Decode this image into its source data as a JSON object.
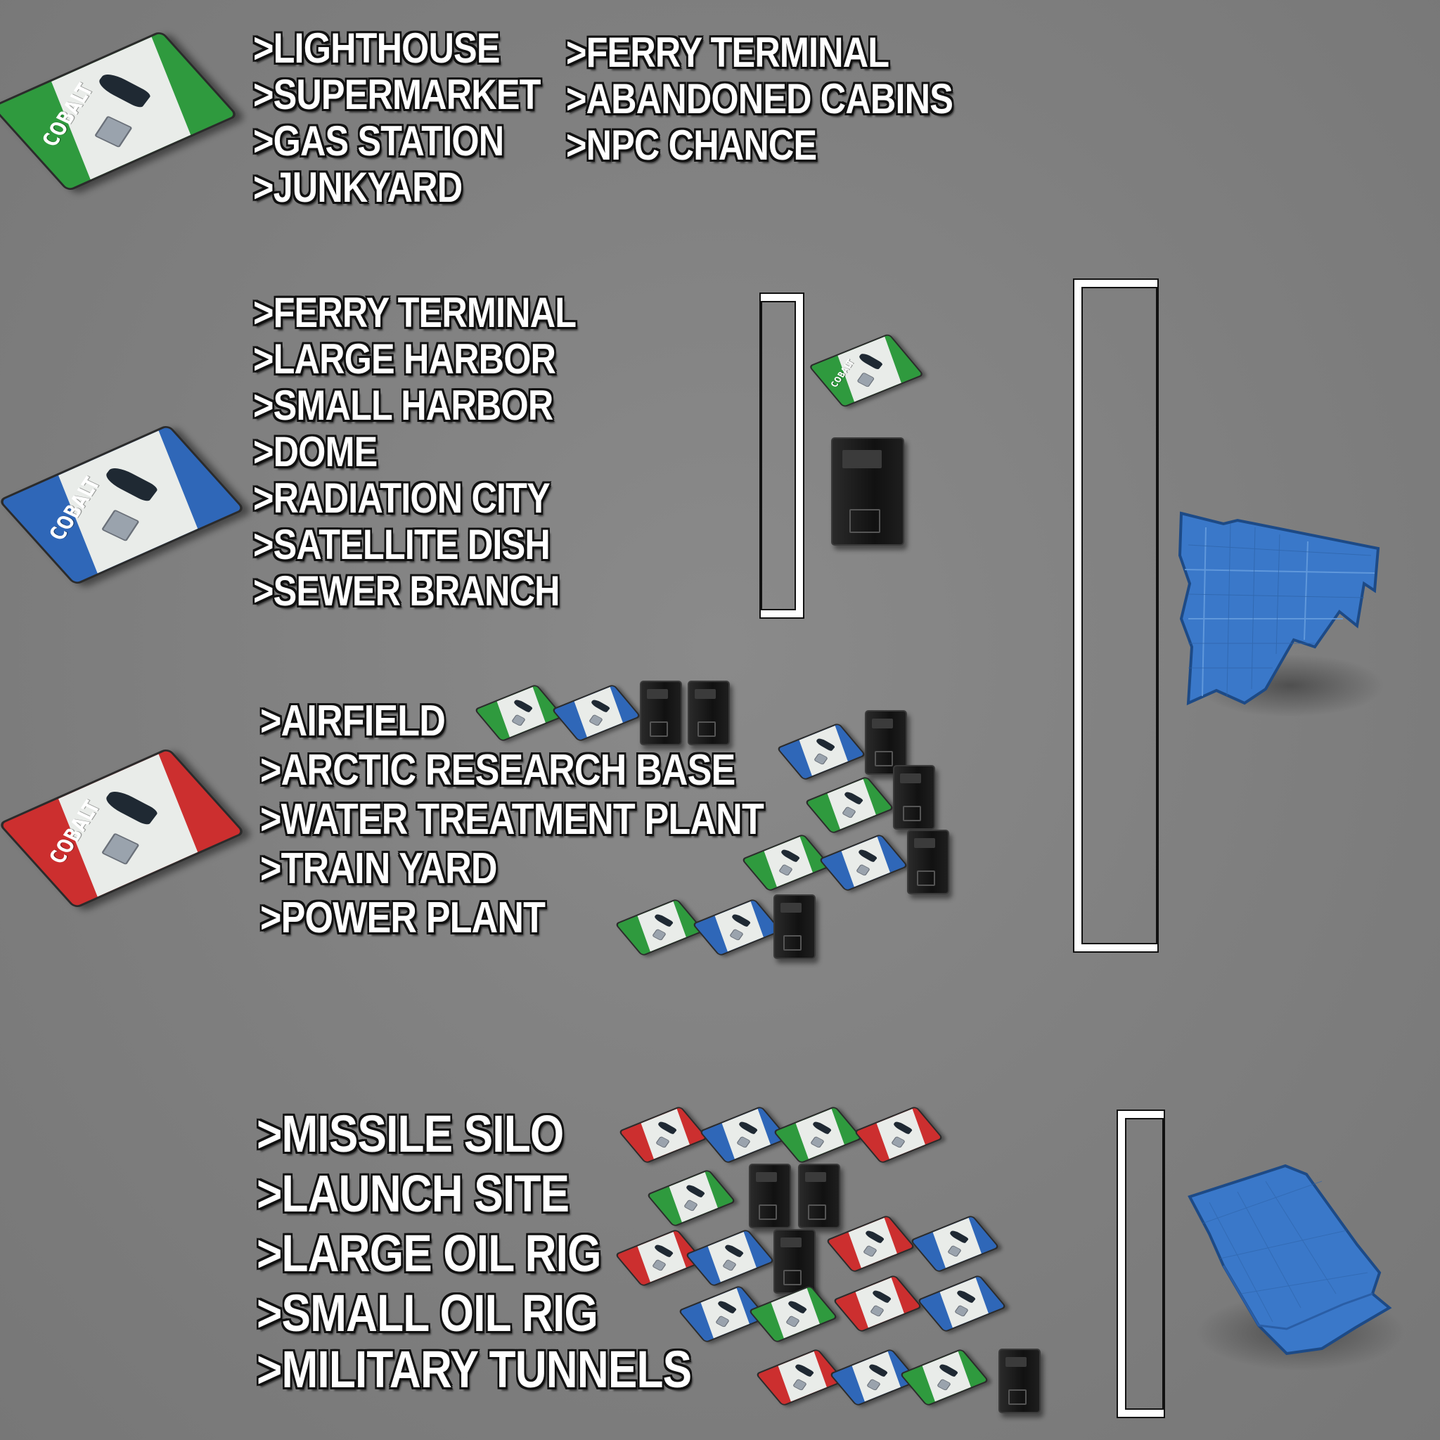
{
  "tiers": [
    {
      "card": "green",
      "locations": [
        "LIGHTHOUSE",
        "SUPERMARKET",
        "GAS STATION",
        "JUNKYARD"
      ],
      "locations_col2": [
        "FERRY TERMINAL",
        "ABANDONED CABINS",
        "NPC CHANCE"
      ]
    },
    {
      "card": "blue",
      "locations": [
        "FERRY TERMINAL",
        "LARGE HARBOR",
        "SMALL HARBOR",
        "DOME",
        "RADIATION CITY",
        "SATELLITE DISH",
        "SEWER BRANCH"
      ],
      "requires": [
        "green-keycard",
        "fuse"
      ]
    },
    {
      "card": "red",
      "locations": [
        "AIRFIELD",
        "ARCTIC RESEARCH BASE",
        "WATER TREATMENT PLANT",
        "TRAIN YARD",
        "POWER PLANT"
      ]
    },
    {
      "locations": [
        "MISSILE SILO",
        "LAUNCH SITE",
        "LARGE OIL RIG",
        "SMALL OIL RIG",
        "MILITARY TUNNELS"
      ]
    }
  ],
  "prefix": ">",
  "card_brand": "COBALT",
  "colors": {
    "green": "#2f9a3e",
    "blue": "#2f67b8",
    "red": "#cc2f2f",
    "blueprint": "#3a78c9"
  },
  "rewards": [
    "blueprint-fragment-icon",
    "blueprint-sheet-icon"
  ]
}
